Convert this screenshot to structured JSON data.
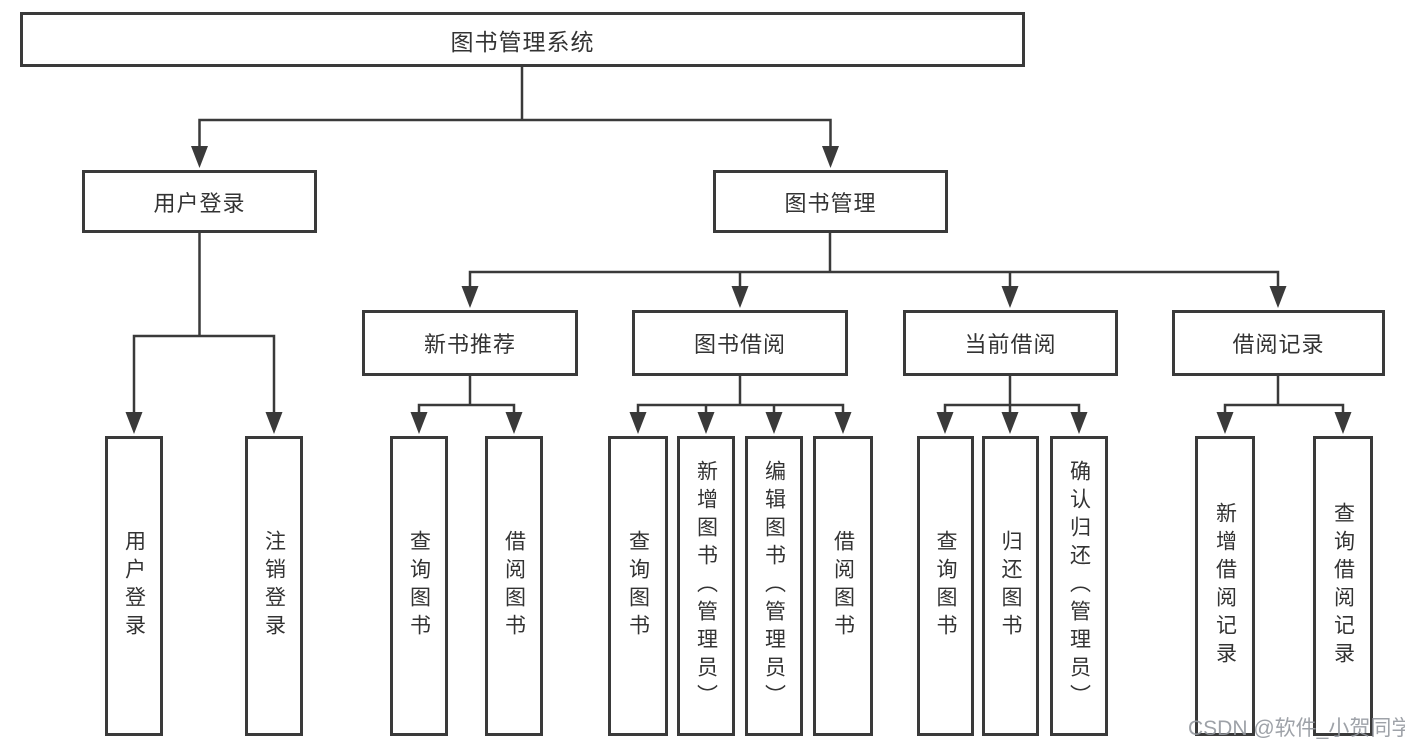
{
  "nodes": {
    "root": {
      "label": "图书管理系统"
    },
    "level2": [
      {
        "label": "用户登录"
      },
      {
        "label": "图书管理"
      }
    ],
    "level3": [
      {
        "label": "新书推荐"
      },
      {
        "label": "图书借阅"
      },
      {
        "label": "当前借阅"
      },
      {
        "label": "借阅记录"
      }
    ],
    "leaves": {
      "user_login": [
        {
          "label": "用户登录"
        },
        {
          "label": "注销登录"
        }
      ],
      "new_book": [
        {
          "label": "查询图书"
        },
        {
          "label": "借阅图书"
        }
      ],
      "book_borrow": [
        {
          "label": "查询图书"
        },
        {
          "label": "新增图书（管理员）"
        },
        {
          "label": "编辑图书（管理员）"
        },
        {
          "label": "借阅图书"
        }
      ],
      "current_borrow": [
        {
          "label": "查询图书"
        },
        {
          "label": "归还图书"
        },
        {
          "label": "确认归还（管理员）"
        }
      ],
      "borrow_record": [
        {
          "label": "新增借阅记录"
        },
        {
          "label": "查询借阅记录"
        }
      ]
    }
  },
  "watermark": {
    "text": "CSDN @软件_小贺同学"
  },
  "colors": {
    "line": "#3a3a3a",
    "text": "#333333",
    "background": "#ffffff",
    "watermark": "#94989e"
  }
}
